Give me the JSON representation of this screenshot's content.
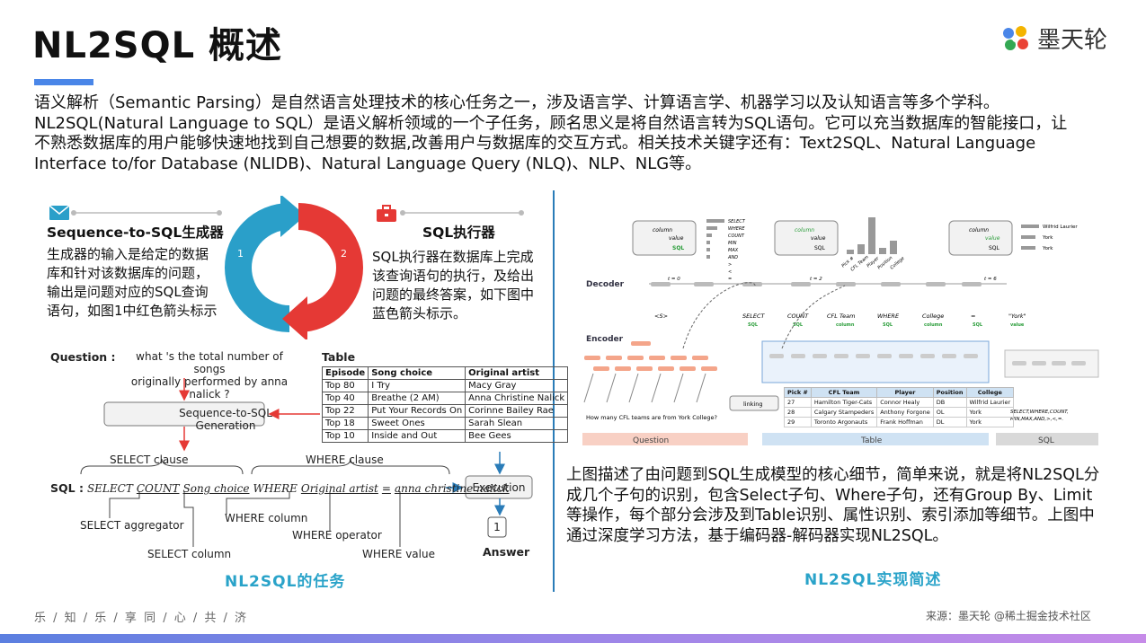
{
  "header": {
    "title": "NL2SQL 概述",
    "logo_text": "墨天轮"
  },
  "intro": {
    "line1": "语义解析（Semantic Parsing）是自然语言处理技术的核心任务之一，涉及语言学、计算语言学、机器学习以及认知语言等多个学科。",
    "line2": "NL2SQL(Natural Language to SQL）是语义解析领域的一个子任务，顾名思义是将自然语言转为SQL语句。它可以充当数据库的智能接口，让",
    "line3": "不熟悉数据库的用户能够快速地找到自己想要的数据,改善用户与数据库的交互方式。相关技术关键字还有：Text2SQL、Natural Language",
    "line4": "Interface to/for Database (NLIDB)、Natural Language Query (NLQ)、NLP、NLG等。"
  },
  "left_panel": {
    "generator_title": "Sequence-to-SQL生成器",
    "generator_text": "生成器的输入是给定的数据库和针对该数据库的问题，输出是问题对应的SQL查询语句，如图1中红色箭头标示",
    "executor_title": "SQL执行器",
    "executor_text": "SQL执行器在数据库上完成该查询语句的执行，及给出问题的最终答案，如下图中蓝色箭头标示。",
    "cycle_label_1": "1",
    "cycle_label_2": "2",
    "figure": {
      "question_label": "Question :",
      "question_text_1": "what 's the total number of songs",
      "question_text_2": "originally performed by anna nalick ?",
      "table_label": "Table",
      "table_headers": [
        "Episode",
        "Song choice",
        "Original artist"
      ],
      "table_rows": [
        [
          "Top 80",
          "I Try",
          "Macy Gray"
        ],
        [
          "Top 40",
          "Breathe (2 AM)",
          "Anna Christine Nalick"
        ],
        [
          "Top 22",
          "Put Your Records On",
          "Corinne Bailey Rae"
        ],
        [
          "Top 18",
          "Sweet Ones",
          "Sarah Slean"
        ],
        [
          "Top 10",
          "Inside and Out",
          "Bee Gees"
        ]
      ],
      "generation_box": "Sequence-to-SQL Generation",
      "select_clause": "SELECT clause",
      "where_clause": "WHERE clause",
      "sql_label": "SQL :",
      "sql_select": "SELECT",
      "sql_count": "COUNT",
      "sql_song": "Song choice",
      "sql_where": "WHERE",
      "sql_orig": "Original artist",
      "sql_eq": "=",
      "sql_value": "anna christine nalick",
      "execution_box": "Execution",
      "answer_value": "1",
      "answer_label": "Answer",
      "select_aggregator": "SELECT aggregator",
      "select_column": "SELECT column",
      "where_column": "WHERE column",
      "where_operator": "WHERE operator",
      "where_value": "WHERE value"
    },
    "caption": "NL2SQL的任务"
  },
  "right_panel": {
    "figure": {
      "decoder_label": "Decoder",
      "encoder_label": "Encoder",
      "column_label": "column",
      "value_label": "value",
      "sql_label": "SQL",
      "keyword_list": [
        "SELECT",
        "WHERE",
        "COUNT",
        "MIN",
        "MAX",
        "AND",
        ">",
        "<",
        "="
      ],
      "bar_labels": [
        "Pick #",
        "CFL Team",
        "Player",
        "Position",
        "College"
      ],
      "value_list": [
        "Wilfrid Laurier",
        "York",
        "York"
      ],
      "t0": "t = 0",
      "t2": "t = 2",
      "t6": "t = 6",
      "decoder_tokens": [
        {
          "tok": "<S>",
          "type": ""
        },
        {
          "tok": "SELECT",
          "type": "SQL"
        },
        {
          "tok": "COUNT",
          "type": "SQL"
        },
        {
          "tok": "CFL Team",
          "type": "column"
        },
        {
          "tok": "WHERE",
          "type": "SQL"
        },
        {
          "tok": "College",
          "type": "column"
        },
        {
          "tok": "=",
          "type": "SQL"
        },
        {
          "tok": "\"York\"",
          "type": "value"
        }
      ],
      "linking_label": "linking",
      "question_text": "How many CFL teams are from York College?",
      "table_headers": [
        "Pick #",
        "CFL Team",
        "Player",
        "Position",
        "College"
      ],
      "table_rows": [
        [
          "27",
          "Hamilton Tiger-Cats",
          "Connor Healy",
          "DB",
          "Wilfrid Laurier"
        ],
        [
          "28",
          "Calgary Stampeders",
          "Anthony Forgone",
          "OL",
          "York"
        ],
        [
          "29",
          "Toronto Argonauts",
          "Frank Hoffman",
          "DL",
          "York"
        ]
      ],
      "sql_vocab_1": "SELECT,WHERE,COUNT,",
      "sql_vocab_2": "MIN,MAX,AND,>,<,=.",
      "band_question": "Question",
      "band_table": "Table",
      "band_sql": "SQL"
    },
    "description": "上图描述了由问题到SQL生成模型的核心细节，简单来说，就是将NL2SQL分成几个子句的识别，包含Select子句、Where子句，还有Group By、Limit等操作，每个部分会涉及到Table识别、属性识别、索引添加等细节。上图中通过深度学习方法，基于编码器-解码器实现NL2SQL。",
    "caption": "NL2SQL实现简述"
  },
  "footer": {
    "left": "乐 / 知 / 乐 / 享        同 / 心 / 共 / 济",
    "right": "来源：墨天轮 @稀土掘金技术社区"
  },
  "colors": {
    "accent_blue": "#2aa3c9",
    "cycle_blue": "#2a9fc9",
    "cycle_red": "#e53935",
    "arrow_red": "#e53935",
    "arrow_blue": "#2a7cb8",
    "band_question": "#f8d0c4",
    "band_table": "#cfe2f3",
    "band_sql": "#d9d9d9"
  }
}
